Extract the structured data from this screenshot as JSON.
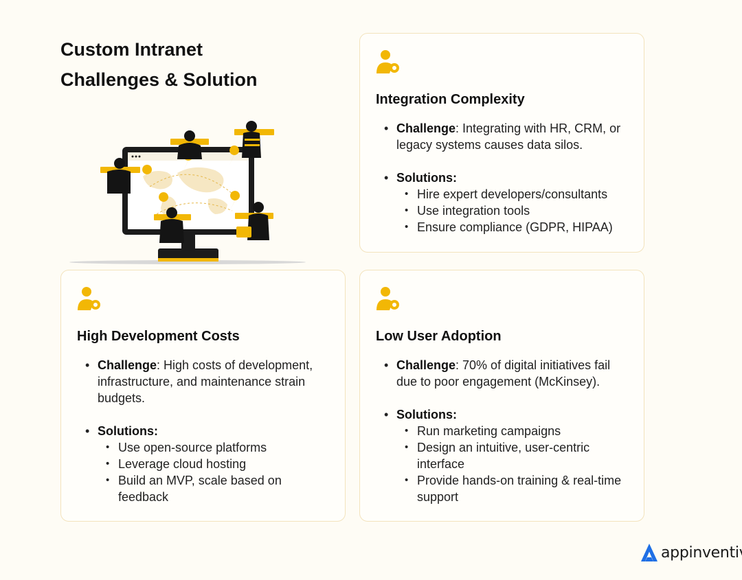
{
  "title": {
    "line1": "Custom Intranet",
    "line2": "Challenges & Solution"
  },
  "colors": {
    "accent": "#f2b705",
    "background": "#fefcf5",
    "card_border": "#f3e3bd",
    "logo_blue": "#1f6fe5"
  },
  "cards": {
    "integration": {
      "icon": "user-gear-icon",
      "heading": "Integration Complexity",
      "challenge_label": "Challenge",
      "challenge_text": ": Integrating with HR, CRM, or legacy systems causes data silos.",
      "solutions_label": "Solutions:",
      "solutions": [
        "Hire expert developers/consultants",
        "Use integration tools",
        "Ensure compliance (GDPR, HIPAA)"
      ]
    },
    "costs": {
      "icon": "user-gear-icon",
      "heading": "High Development Costs",
      "challenge_label": "Challenge",
      "challenge_text": ": High costs of development, infrastructure, and maintenance strain budgets.",
      "solutions_label": "Solutions:",
      "solutions": [
        "Use open-source platforms",
        "Leverage cloud hosting",
        "Build an MVP, scale based on feedback"
      ]
    },
    "adoption": {
      "icon": "user-gear-icon",
      "heading": "Low User Adoption",
      "challenge_label": "Challenge",
      "challenge_text": ": 70% of digital initiatives fail due to poor engagement (McKinsey).",
      "solutions_label": "Solutions:",
      "solutions": [
        "Run marketing campaigns",
        "Design an intuitive, user-centric interface",
        "Provide hands-on training & real-time support"
      ]
    }
  },
  "logo": {
    "text": "appinventiv",
    "icon": "appinventiv-logo-icon"
  }
}
